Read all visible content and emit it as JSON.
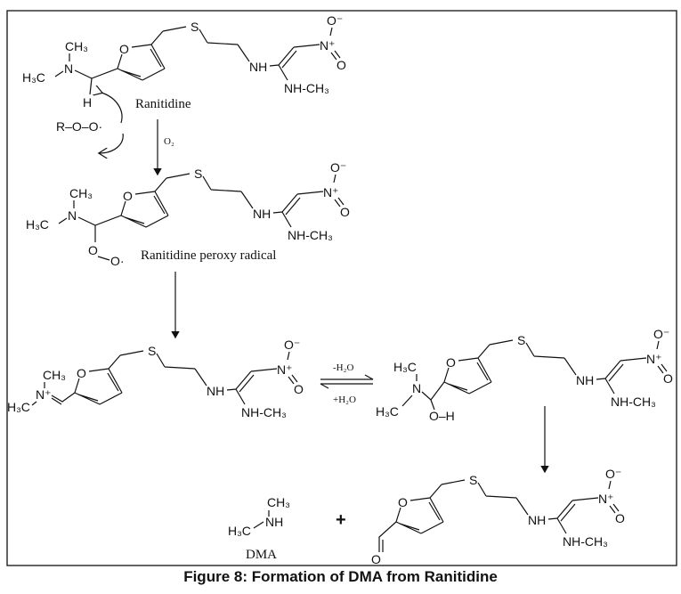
{
  "atoms": {
    "ch3": "CH₃",
    "h3c": "H₃C",
    "n": "N",
    "n_plus": "N⁺",
    "nh": "NH",
    "nh_ch3": "NH-CH₃",
    "o": "O",
    "o_minus": "O⁻",
    "s": "S",
    "h": "H",
    "o_h": "O–H",
    "o_dot": "O·",
    "r_oo": "R–O–O·",
    "plus": "+"
  },
  "labels": {
    "ranitidine": "Ranitidine",
    "o2": "O₂",
    "peroxy": "Ranitidine peroxy radical",
    "minus_h2o": "-H₂O",
    "plus_h2o": "+H₂O",
    "dma": "DMA"
  },
  "caption": "Figure 8: Formation of DMA from Ranitidine"
}
